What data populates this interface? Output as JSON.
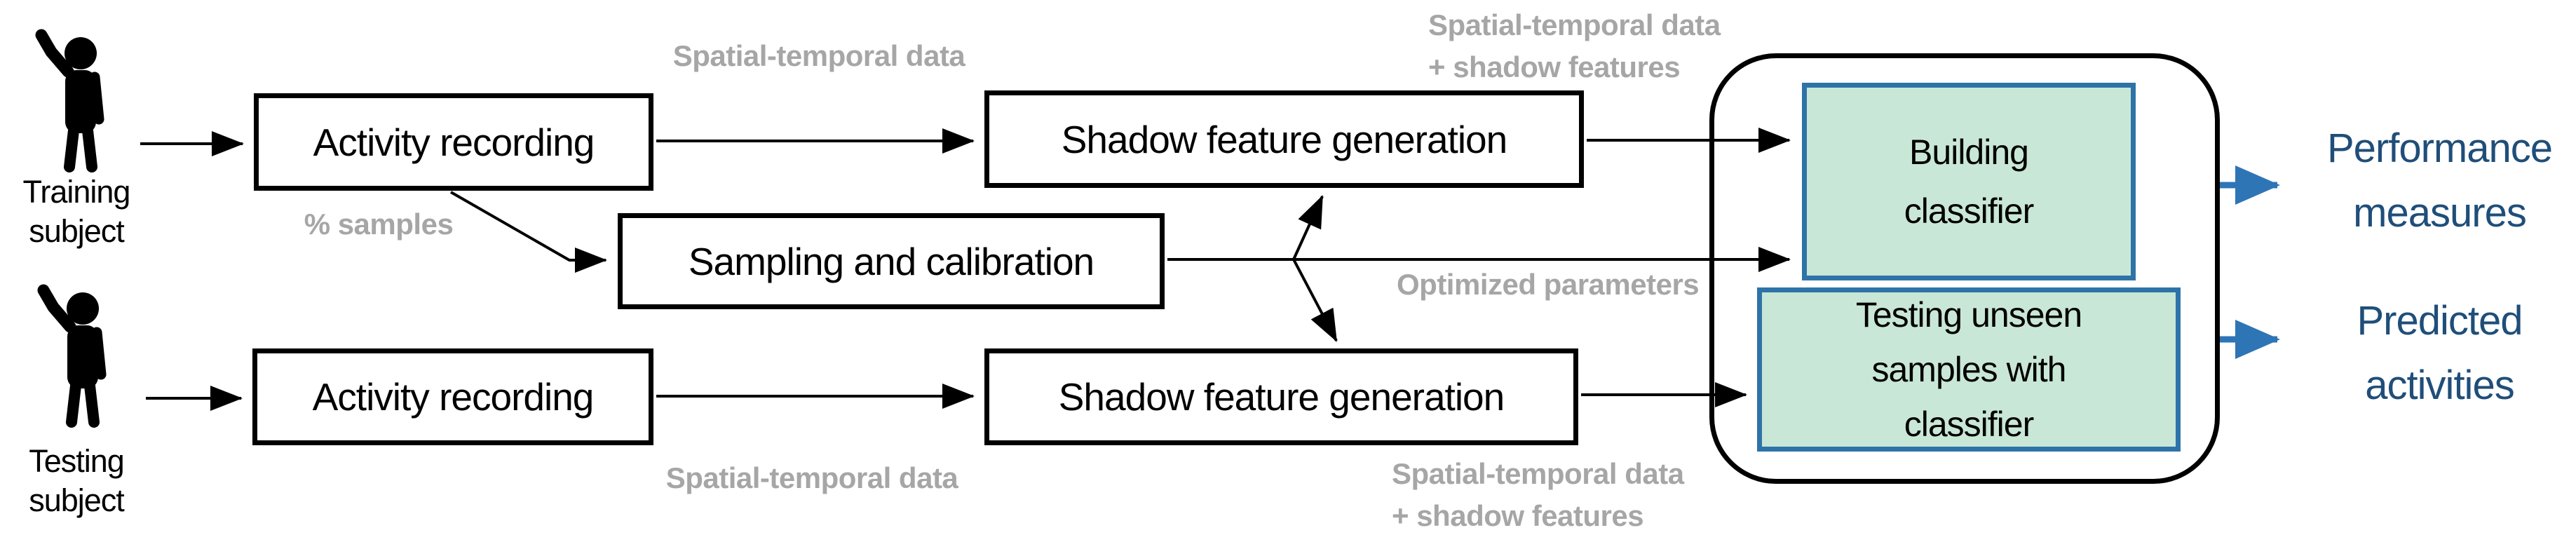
{
  "subjects": {
    "training": {
      "line1": "Training",
      "line2": "subject"
    },
    "testing": {
      "line1": "Testing",
      "line2": "subject"
    }
  },
  "boxes": {
    "activity_top": "Activity recording",
    "shadow_top": "Shadow feature generation",
    "sampling": "Sampling and calibration",
    "activity_bottom": "Activity recording",
    "shadow_bottom": "Shadow feature generation",
    "building": {
      "line1": "Building",
      "line2": "classifier"
    },
    "testing_box": {
      "line1": "Testing unseen",
      "line2": "samples with",
      "line3": "classifier"
    }
  },
  "edge_labels": {
    "spatial_top": "Spatial-temporal data",
    "spatial_shadow_top": {
      "line1": "Spatial-temporal data",
      "line2": "+ shadow features"
    },
    "pct_samples": "% samples",
    "optimized": "Optimized parameters",
    "spatial_bottom": "Spatial-temporal data",
    "spatial_shadow_bottom": {
      "line1": "Spatial-temporal data",
      "line2": "+ shadow features"
    }
  },
  "outputs": {
    "performance": {
      "line1": "Performance",
      "line2": "measures"
    },
    "predicted": {
      "line1": "Predicted",
      "line2": "activities"
    }
  },
  "icons": {
    "training_subject": "person-waving-icon",
    "testing_subject": "person-waving-icon"
  },
  "colors": {
    "flow_box_border": "#000000",
    "classifier_fill": "#c9e7d6",
    "classifier_border": "#2e73a8",
    "gray_label": "#a6a6a6",
    "output_text": "#1f4e79",
    "output_arrow": "#2e75b6"
  }
}
